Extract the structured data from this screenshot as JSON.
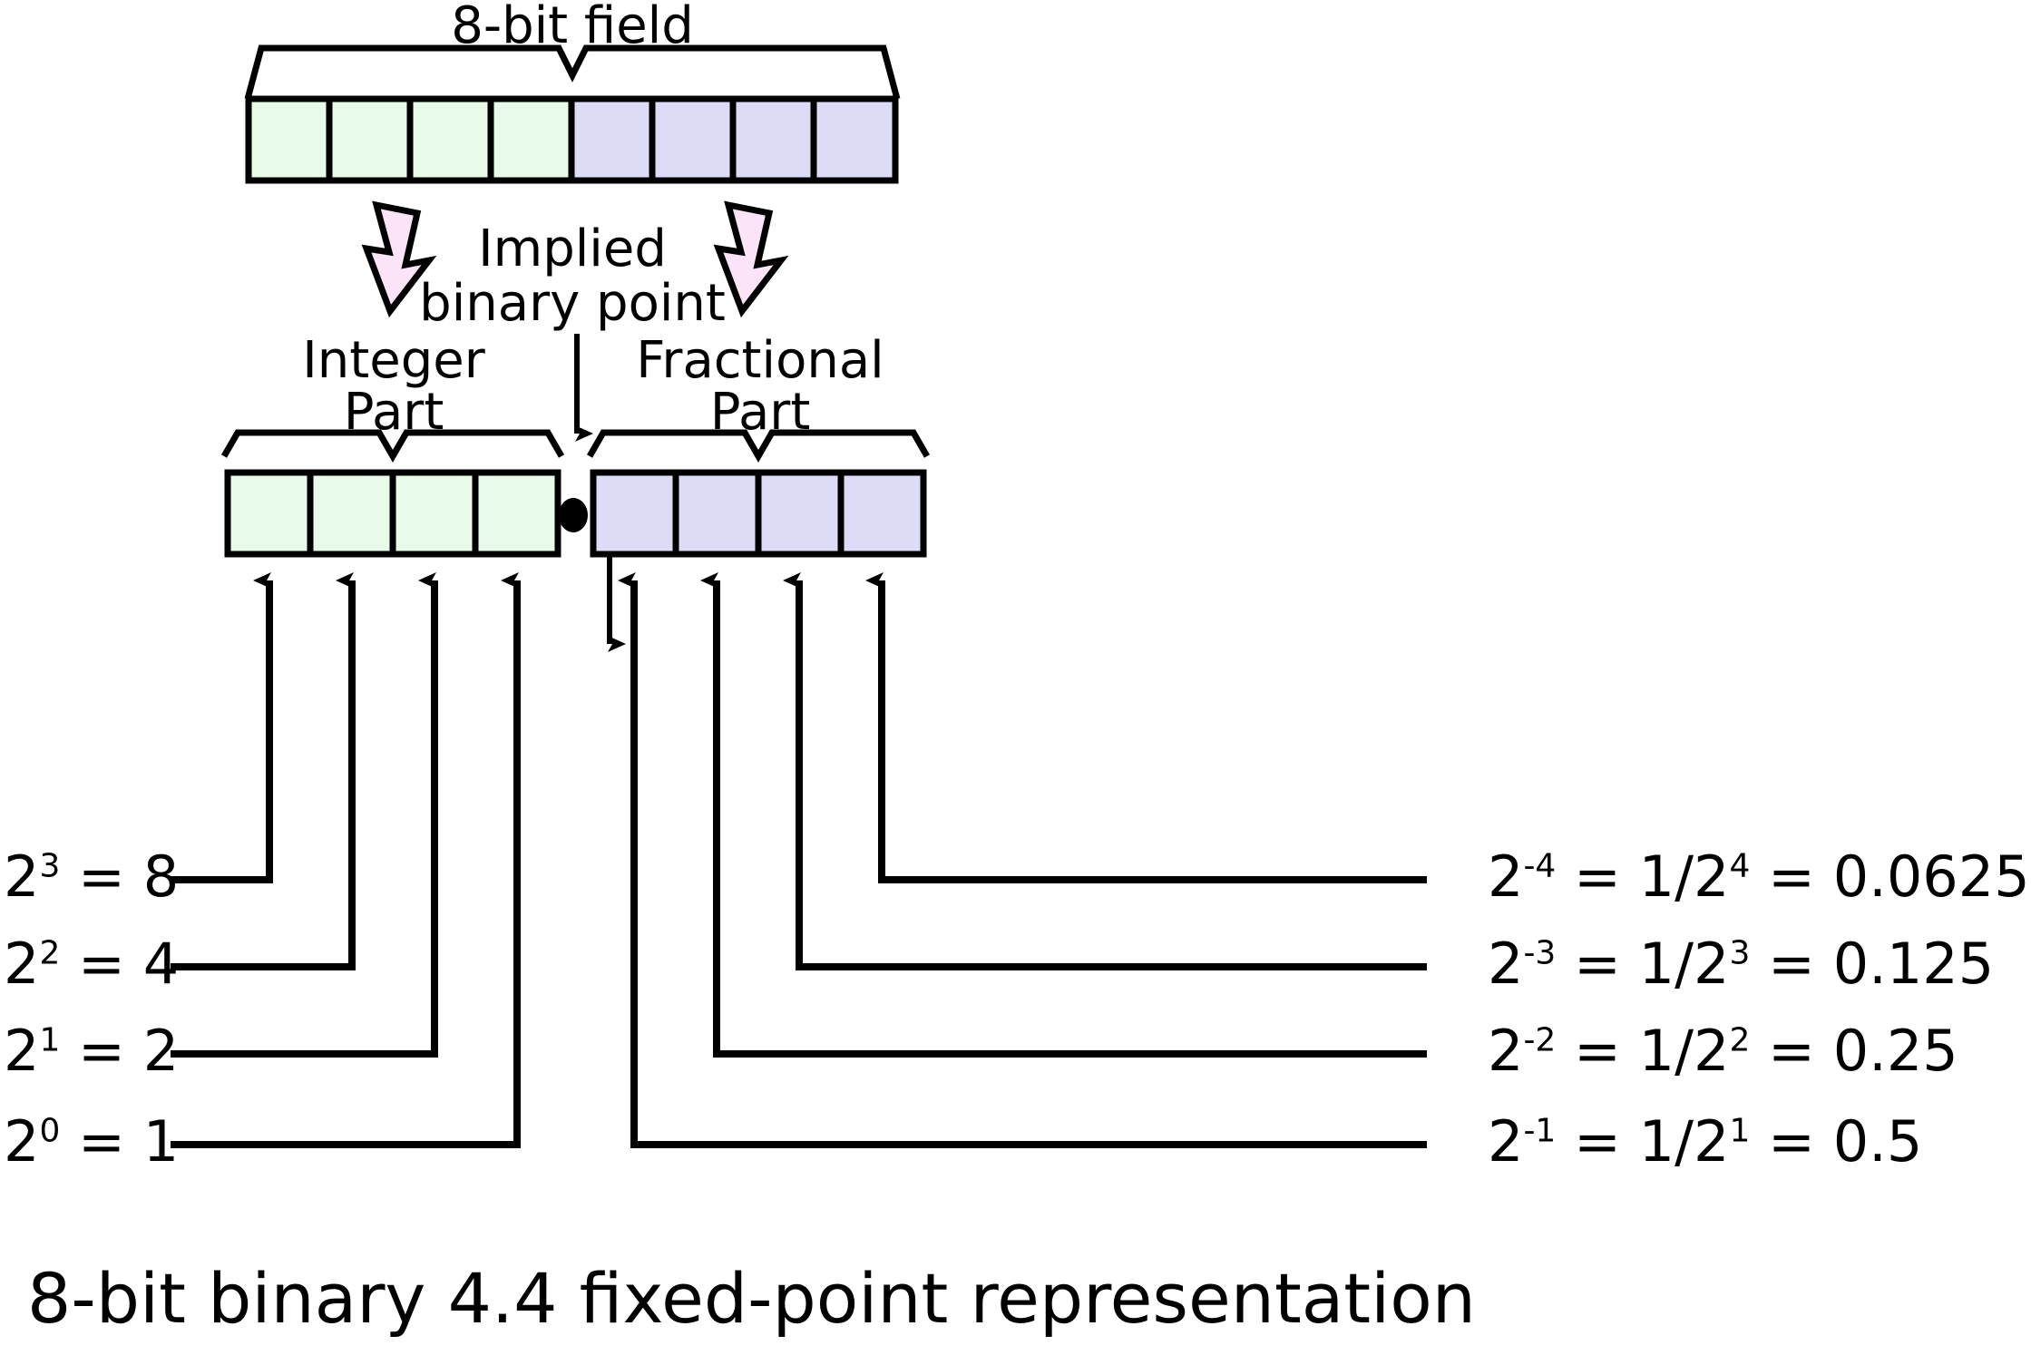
{
  "diagram": {
    "caption": "8-bit binary 4.4 fixed-point representation",
    "top_label": "8-bit field",
    "implied_point_label_line1": "Implied",
    "implied_point_label_line2": "binary point",
    "integer_label_line1": "Integer",
    "integer_label_line2": "Part",
    "fractional_label_line1": "Fractional",
    "fractional_label_line2": "Part",
    "binary_point_glyph": "•"
  },
  "colors": {
    "integer_cell_fill": "#e8fae8",
    "fractional_cell_fill": "#dcdcf7",
    "cell_stroke": "#000000",
    "arrow_fill": "#fbe4f7",
    "arrow_stroke": "#000000",
    "background": "#ffffff",
    "text": "#000000"
  },
  "chart_data": {
    "type": "diagram",
    "title": "8-bit binary 4.4 fixed-point representation",
    "top_field": {
      "label": "8-bit field",
      "total_bits": 8,
      "integer_bits": 4,
      "fractional_bits": 4
    },
    "integer_weights": [
      {
        "power": "2",
        "exponent": "3",
        "equals": "8",
        "text": "2³ = 8"
      },
      {
        "power": "2",
        "exponent": "2",
        "equals": "4",
        "text": "2² = 4"
      },
      {
        "power": "2",
        "exponent": "1",
        "equals": "2",
        "text": "2¹ = 2"
      },
      {
        "power": "2",
        "exponent": "0",
        "equals": "1",
        "text": "2⁰ = 1"
      }
    ],
    "fractional_weights": [
      {
        "power": "2",
        "exponent": "-4",
        "fraction_den_exp": "4",
        "value": "0.0625",
        "text": "2⁻⁴ = 1/2⁴ = 0.0625"
      },
      {
        "power": "2",
        "exponent": "-3",
        "fraction_den_exp": "3",
        "value": "0.125",
        "text": "2⁻³ = 1/2³ = 0.125"
      },
      {
        "power": "2",
        "exponent": "-2",
        "fraction_den_exp": "2",
        "value": "0.25",
        "text": "2⁻² = 1/2² = 0.25"
      },
      {
        "power": "2",
        "exponent": "-1",
        "fraction_den_exp": "1",
        "value": "0.5",
        "text": "2⁻¹ = 1/2¹ = 0.5"
      }
    ]
  },
  "integer_rows": [
    {
      "base": "2",
      "exp": "3",
      "rest": " = 8"
    },
    {
      "base": "2",
      "exp": "2",
      "rest": " = 4"
    },
    {
      "base": "2",
      "exp": "1",
      "rest": " = 2"
    },
    {
      "base": "2",
      "exp": "0",
      "rest": " = 1"
    }
  ],
  "fractional_rows": [
    {
      "base": "2",
      "exp": "-4",
      "mid": " = 1/2",
      "exp2": "4",
      "tail": " = 0.0625"
    },
    {
      "base": "2",
      "exp": "-3",
      "mid": " = 1/2",
      "exp2": "3",
      "tail": " = 0.125"
    },
    {
      "base": "2",
      "exp": "-2",
      "mid": " = 1/2",
      "exp2": "2",
      "tail": " = 0.25"
    },
    {
      "base": "2",
      "exp": "-1",
      "mid": " = 1/2",
      "exp2": "1",
      "tail": " = 0.5"
    }
  ]
}
